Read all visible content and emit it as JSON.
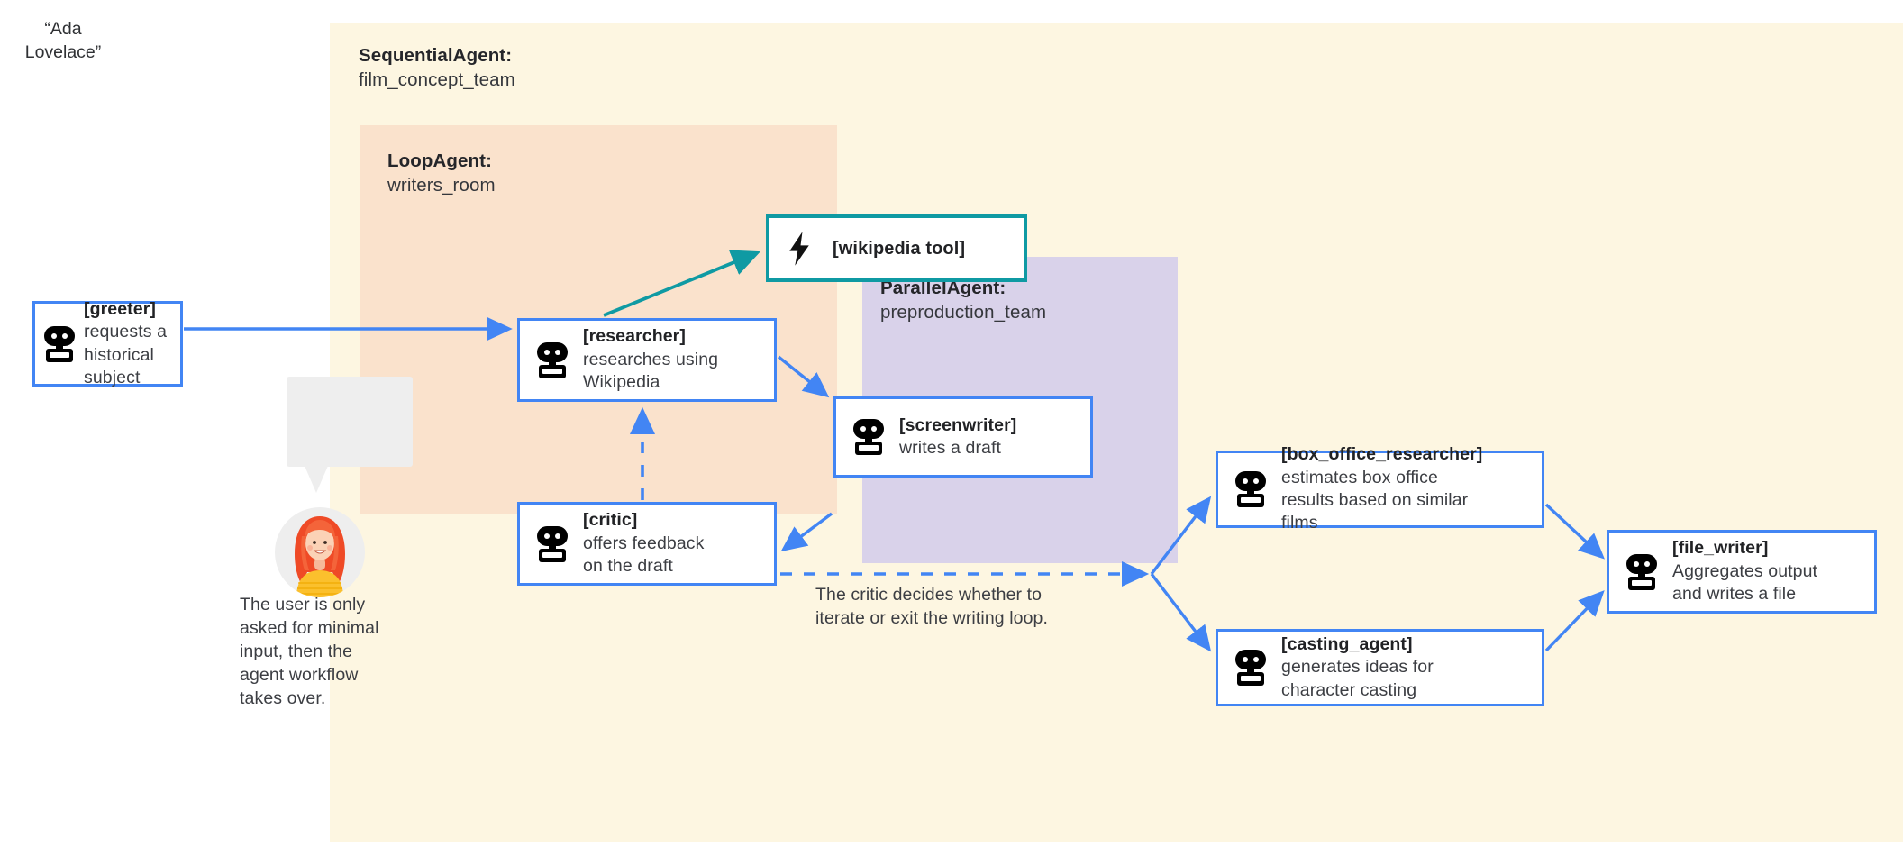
{
  "groups": {
    "sequential": {
      "type": "SequentialAgent:",
      "name": "film_concept_team",
      "bg": "#fdf6e1"
    },
    "loop": {
      "type": "LoopAgent:",
      "name": "writers_room",
      "bg": "#fae2cc"
    },
    "parallel": {
      "type": "ParallelAgent:",
      "name": "preproduction_team",
      "bg": "#d9d2ea"
    }
  },
  "agents": {
    "greeter": {
      "name": "[greeter]",
      "desc": "requests a\nhistorical\nsubject"
    },
    "researcher": {
      "name": "[researcher]",
      "desc": "researches using\nWikipedia"
    },
    "screenwriter": {
      "name": "[screenwriter]",
      "desc": "writes a draft"
    },
    "critic": {
      "name": "[critic]",
      "desc": "offers feedback\non the draft"
    },
    "box_office": {
      "name": "[box_office_researcher]",
      "desc": "estimates box office\nresults based on similar\nfilms"
    },
    "casting": {
      "name": "[casting_agent]",
      "desc": "generates ideas for\ncharacter casting"
    },
    "file_writer": {
      "name": "[file_writer]",
      "desc": "Aggregates output\nand writes a file"
    }
  },
  "tools": {
    "wikipedia": {
      "label": "[wikipedia tool]",
      "icon": "lightning-bolt-icon",
      "border": "#0f9aa3"
    }
  },
  "user": {
    "bubble_text": "“Ada\nLovelace”",
    "caption": "The user is only\nasked for minimal\ninput, then the\nagent workflow\ntakes over.",
    "avatar": "user-avatar-red-hair"
  },
  "annotations": {
    "loop_decision": "The critic decides whether to\niterate or exit the writing loop."
  },
  "colors": {
    "arrow_blue": "#4285f4",
    "arrow_teal": "#0f9aa3",
    "card_border_blue": "#4285f4",
    "card_border_teal": "#0f9aa3",
    "bubble_gray": "#eeeeee"
  }
}
